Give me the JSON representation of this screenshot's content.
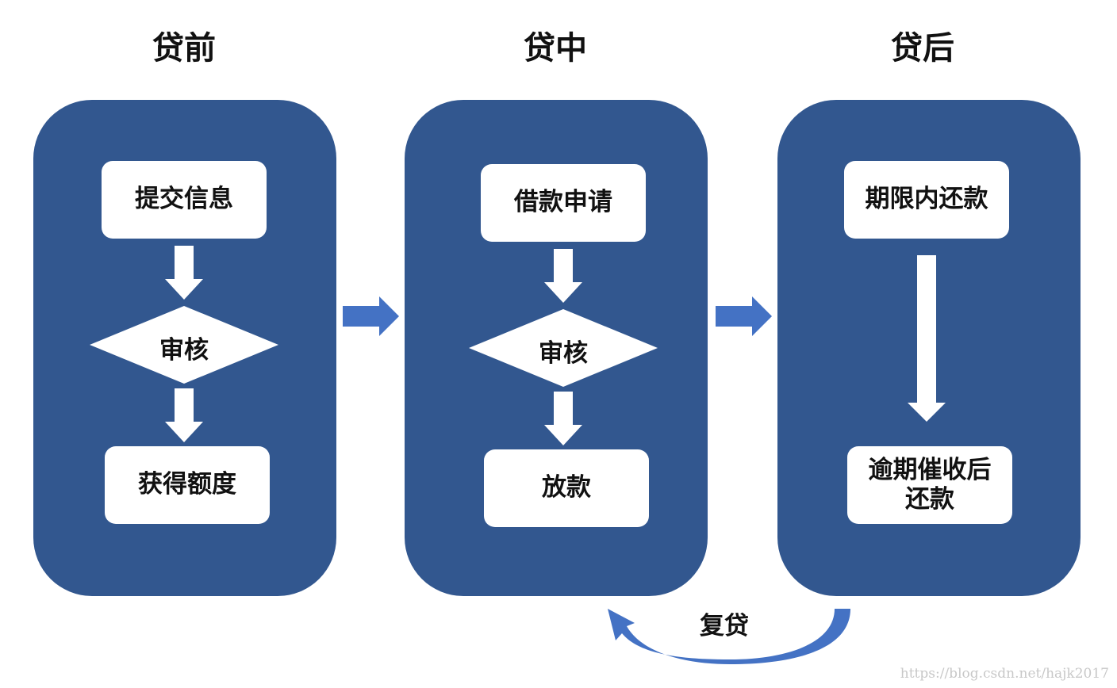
{
  "stages": [
    {
      "title": "贷前",
      "steps": [
        "提交信息",
        "审核",
        "获得额度"
      ]
    },
    {
      "title": "贷中",
      "steps": [
        "借款申请",
        "审核",
        "放款"
      ]
    },
    {
      "title": "贷后",
      "steps": [
        "期限内还款",
        "逾期催收后\n还款"
      ]
    }
  ],
  "loop_label": "复贷",
  "watermark": "https://blog.csdn.net/hajk2017",
  "colors": {
    "panel": "#32578f",
    "connector_arrow": "#4472c4",
    "loop_arrow": "#4472c4",
    "text": "#111111"
  }
}
